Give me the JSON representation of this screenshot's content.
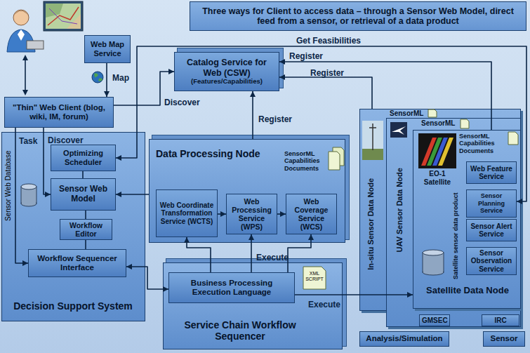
{
  "diagram": {
    "title": "Three ways for Client to access data – through a Sensor Web Model, direct feed from a sensor, or retrieval of a data product",
    "nodes": [
      {
        "text": [
          "Web Map Service"
        ]
      },
      {
        "text": [
          "Catalog Service for Web (CSW)",
          "(Features/Capabilities)"
        ]
      },
      {
        "text": [
          "\"Thin\" Web Client (blog, wiki, IM, forum)"
        ]
      },
      {
        "text": [
          "Decision Support System"
        ]
      },
      {
        "text": [
          "Optimizing Scheduler"
        ],
        "in": 3
      },
      {
        "text": [
          "Sensor Web Model"
        ],
        "in": 3
      },
      {
        "text": [
          "Workflow Editor"
        ],
        "in": 3
      },
      {
        "text": [
          "Workflow Sequencer Interface"
        ],
        "in": 3
      },
      {
        "text": [
          "Data Processing Node",
          "SensorML Capabilities Documents"
        ]
      },
      {
        "text": [
          "Web Coordinate Transformation Service (WCTS)"
        ],
        "in": 8
      },
      {
        "text": [
          "Web Processing Service (WPS)"
        ],
        "in": 8
      },
      {
        "text": [
          "Web Coverage Service (WCS)"
        ],
        "in": 8
      },
      {
        "text": [
          "Service Chain Workflow Sequencer"
        ]
      },
      {
        "text": [
          "Business Processing Execution Language"
        ],
        "in": 12
      },
      {
        "text": [
          "SensorML",
          "In-situ Sensor Data Node"
        ]
      },
      {
        "text": [
          "SensorML",
          "UAV Sensor Data Node"
        ]
      },
      {
        "text": [
          "SensorML Capabilities Documents",
          "EO-1 Satellite",
          "Satellite sensor data product",
          "Satellite Data Node"
        ]
      },
      {
        "text": [
          "Web Feature Service"
        ],
        "in": 16
      },
      {
        "text": [
          "Sensor Planning Service"
        ],
        "in": 16
      },
      {
        "text": [
          "Sensor Alert Service"
        ],
        "in": 16
      },
      {
        "text": [
          "Sensor Observation Service"
        ],
        "in": 16
      },
      {
        "text": [
          "GMSEC"
        ]
      },
      {
        "text": [
          "IRC"
        ]
      },
      {
        "text": [
          "Analysis/Simulation"
        ]
      },
      {
        "text": [
          "Sensor"
        ]
      }
    ],
    "edges": [
      {
        "from": 0,
        "to": 2,
        "label": "Map",
        "arrow": "to"
      },
      {
        "from": 2,
        "to": 1,
        "label": "Discover",
        "arrow": "to"
      },
      {
        "from": 2,
        "to": 7,
        "label": "Task",
        "arrow": "to"
      },
      {
        "from": 2,
        "to": 5,
        "label": "Discover",
        "arrow": "to"
      },
      {
        "from": 4,
        "to": 18,
        "label": "Get Feasibilities",
        "arrow": "both"
      },
      {
        "from": 16,
        "to": 1,
        "label": "Register",
        "arrow": "to"
      },
      {
        "from": 14,
        "to": 1,
        "label": "Register",
        "arrow": "to"
      },
      {
        "from": 8,
        "to": 1,
        "label": "Register",
        "arrow": "to"
      },
      {
        "from": 8,
        "to": 5,
        "arrow": "to"
      },
      {
        "from": 4,
        "to": 5,
        "arrow": "none"
      },
      {
        "from": 5,
        "to": 6,
        "arrow": "none"
      },
      {
        "from": 6,
        "to": 7,
        "arrow": "none"
      },
      {
        "from": 9,
        "to": 10,
        "arrow": "to"
      },
      {
        "from": 10,
        "to": 11,
        "arrow": "to"
      },
      {
        "from": 13,
        "to": 9,
        "arrow": "to"
      },
      {
        "from": 13,
        "to": 10,
        "label": "Execute",
        "arrow": "to"
      },
      {
        "from": 13,
        "to": 11,
        "arrow": "to"
      },
      {
        "from": 7,
        "to": 13,
        "arrow": "both"
      },
      {
        "from": 13,
        "to": 16,
        "label": "Execute",
        "arrow": "to"
      }
    ],
    "labels": [
      "Sensor Web Database",
      "XML SCRIPT"
    ]
  }
}
